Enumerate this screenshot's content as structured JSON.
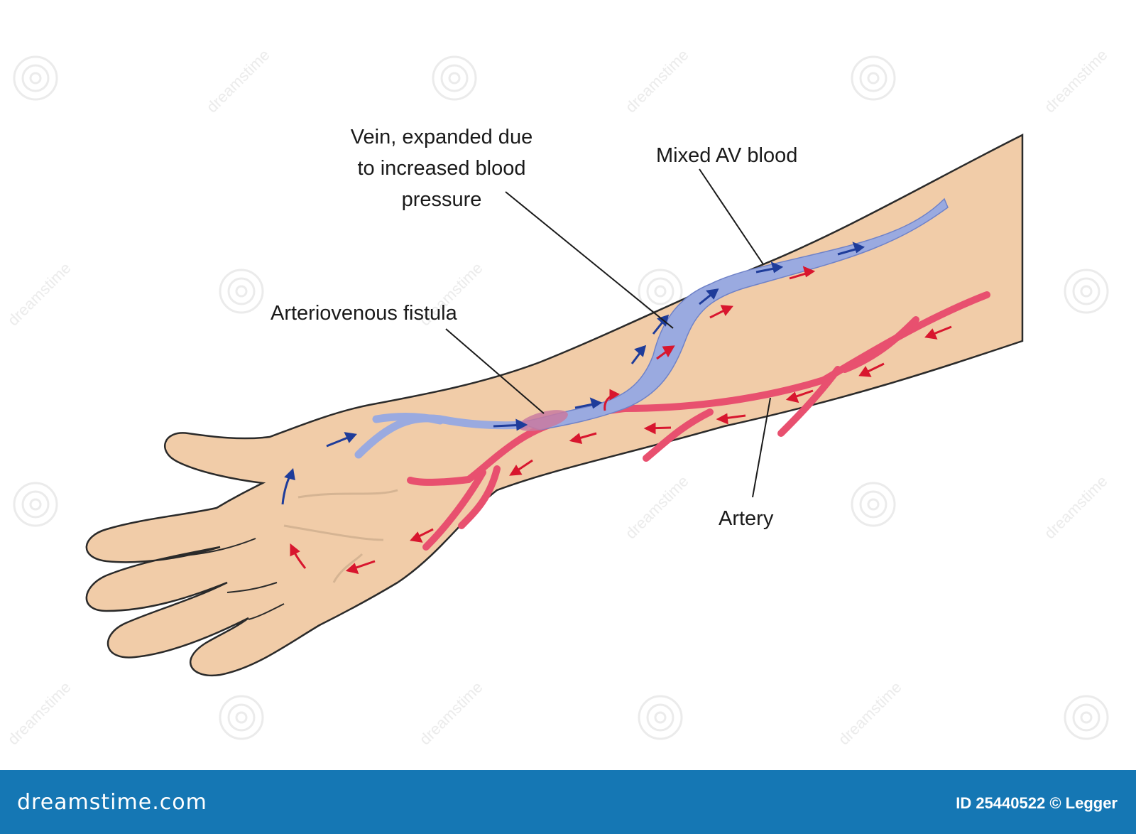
{
  "colors": {
    "skin": "#f1cca8",
    "skin_light": "#f8ddc2",
    "outline": "#2a2a2a",
    "vein": "#9aaae0",
    "vein_edge": "#6f82c8",
    "artery": "#e8506f",
    "artery_edge": "#c8304f",
    "arrow_blue": "#1e3c9a",
    "arrow_red": "#d8162e",
    "footer_bg": "#1577b4"
  },
  "labels": {
    "vein": [
      "Vein, expanded due",
      "to increased blood",
      "pressure"
    ],
    "mixed": "Mixed AV blood",
    "fistula": "Arteriovenous fistula",
    "artery": "Artery"
  },
  "watermark": {
    "text": "dreamstime",
    "icon": "spiral-logo-icon"
  },
  "footer": {
    "brand": "dreamstime.com",
    "id_text": "ID 25440522 © Legger"
  }
}
